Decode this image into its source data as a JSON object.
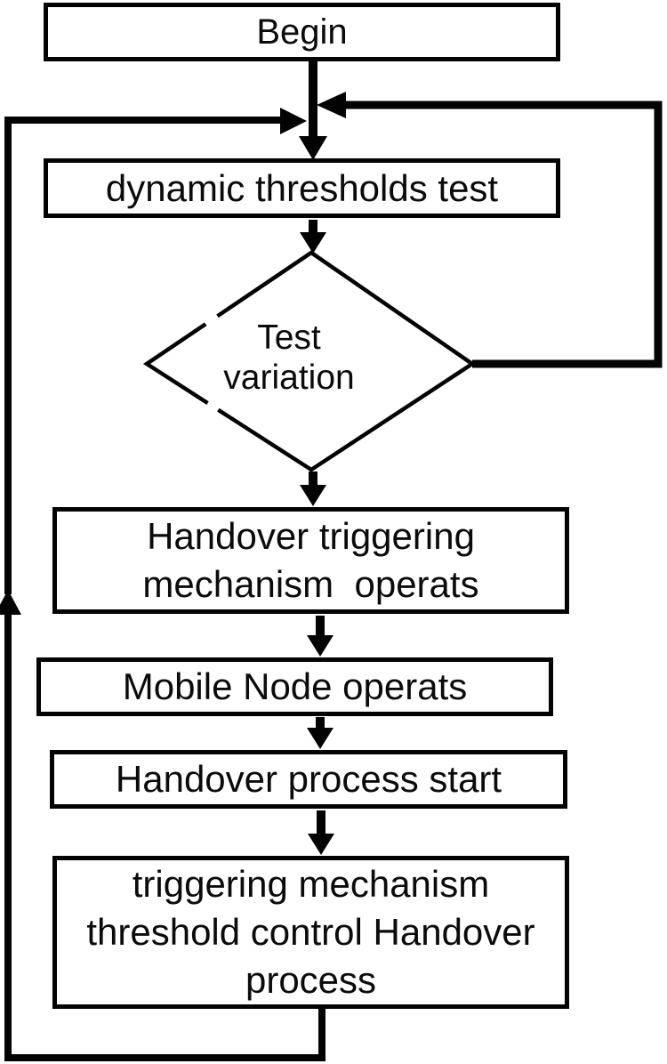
{
  "colors": {
    "background": "#ffffff",
    "line": "#030303",
    "text": "#0b0b0b"
  },
  "diagram_type": "flowchart",
  "nodes": {
    "begin": {
      "label": "Begin",
      "shape": "rectangle"
    },
    "dynamic_test": {
      "label": "dynamic thresholds test",
      "shape": "rectangle"
    },
    "decision": {
      "line1": "Test",
      "line2": "variation",
      "shape": "diamond"
    },
    "handover_trigger": {
      "line1": "Handover triggering",
      "line2": "mechanism  operats",
      "shape": "rectangle"
    },
    "mobile_node": {
      "label": "Mobile Node operats",
      "shape": "rectangle"
    },
    "handover_start": {
      "label": "Handover process start",
      "shape": "rectangle"
    },
    "threshold_control": {
      "line1": "triggering mechanism",
      "line2": "threshold control Handover",
      "line3": "process",
      "shape": "rectangle"
    }
  },
  "edges": [
    {
      "from": "begin",
      "to": "dynamic_test",
      "style": "arrow-down"
    },
    {
      "from": "dynamic_test",
      "to": "decision",
      "style": "arrow-down"
    },
    {
      "from": "decision",
      "to": "handover_trigger",
      "style": "arrow-down"
    },
    {
      "from": "handover_trigger",
      "to": "mobile_node",
      "style": "arrow-down"
    },
    {
      "from": "mobile_node",
      "to": "handover_start",
      "style": "arrow-down"
    },
    {
      "from": "handover_start",
      "to": "threshold_control",
      "style": "arrow-down"
    },
    {
      "from": "decision",
      "to": "dynamic_test",
      "style": "loop-right"
    },
    {
      "from": "threshold_control",
      "to": "dynamic_test",
      "style": "loop-left"
    }
  ]
}
